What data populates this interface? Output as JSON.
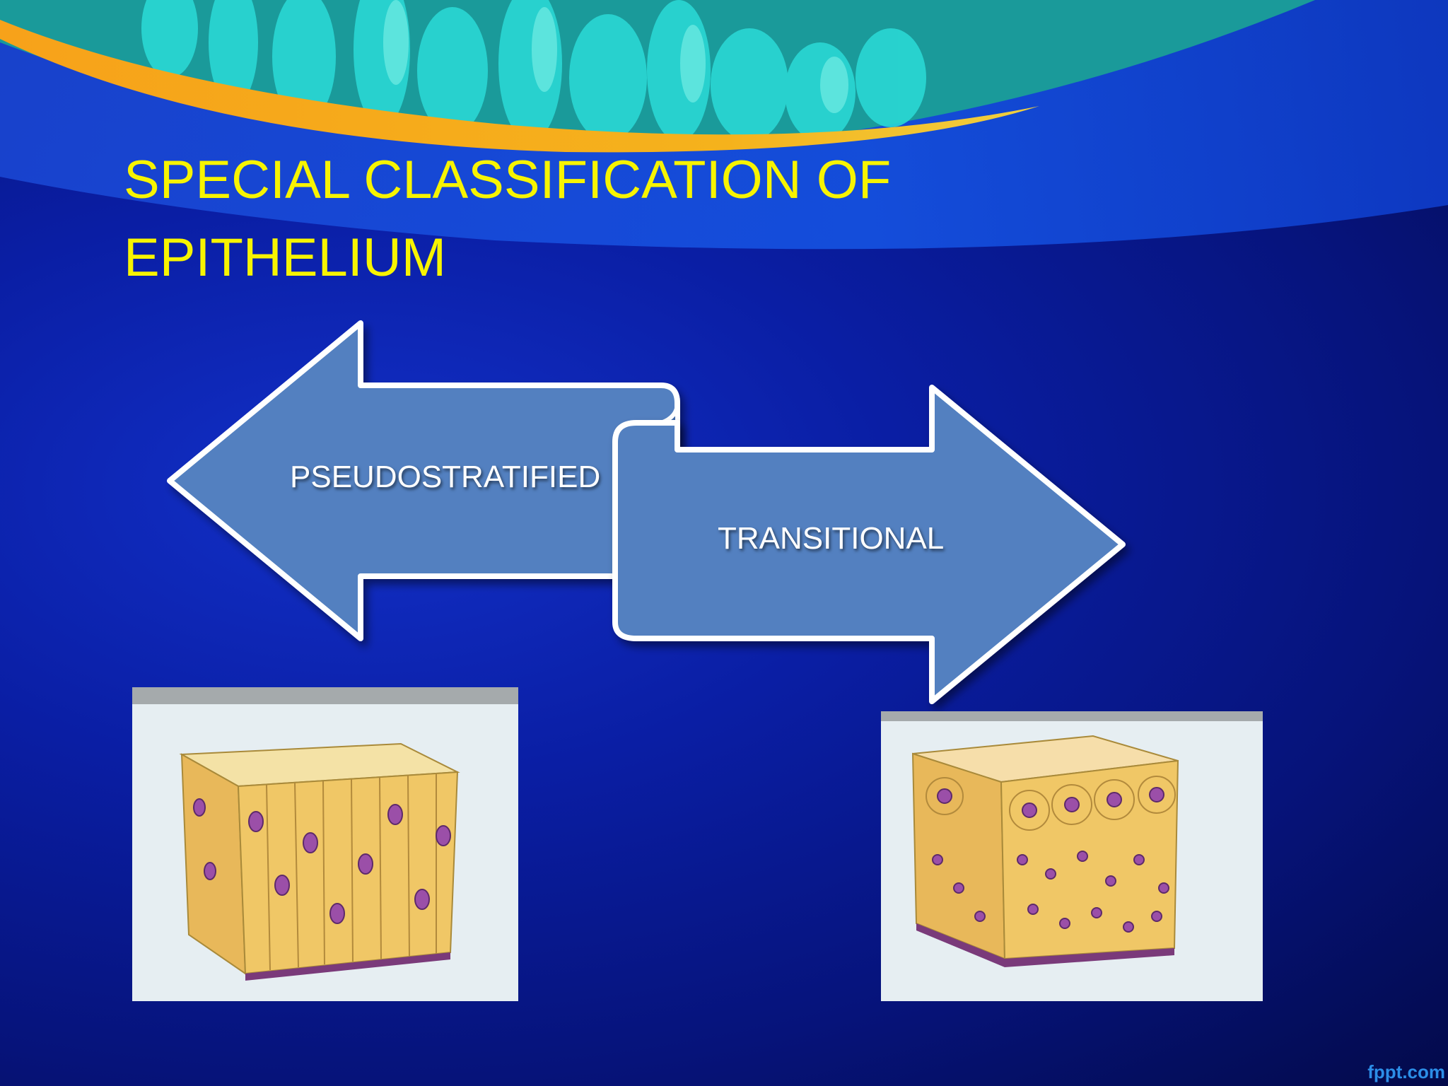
{
  "slide": {
    "title_lines": [
      "SPECIAL CLASSIFICATION OF",
      "EPITHELIUM"
    ],
    "left_arrow_label": "PSEUDOSTRATIFIED",
    "right_arrow_label": "TRANSITIONAL",
    "watermark": "fppt.com"
  },
  "colors": {
    "title": "#f7f400",
    "arrow_fill": "#5280c0",
    "arrow_stroke": "#ffffff",
    "accent_orange": "#f5a31a"
  },
  "icons": {
    "left_image": "pseudostratified-epithelium-illustration",
    "right_image": "transitional-epithelium-illustration"
  }
}
